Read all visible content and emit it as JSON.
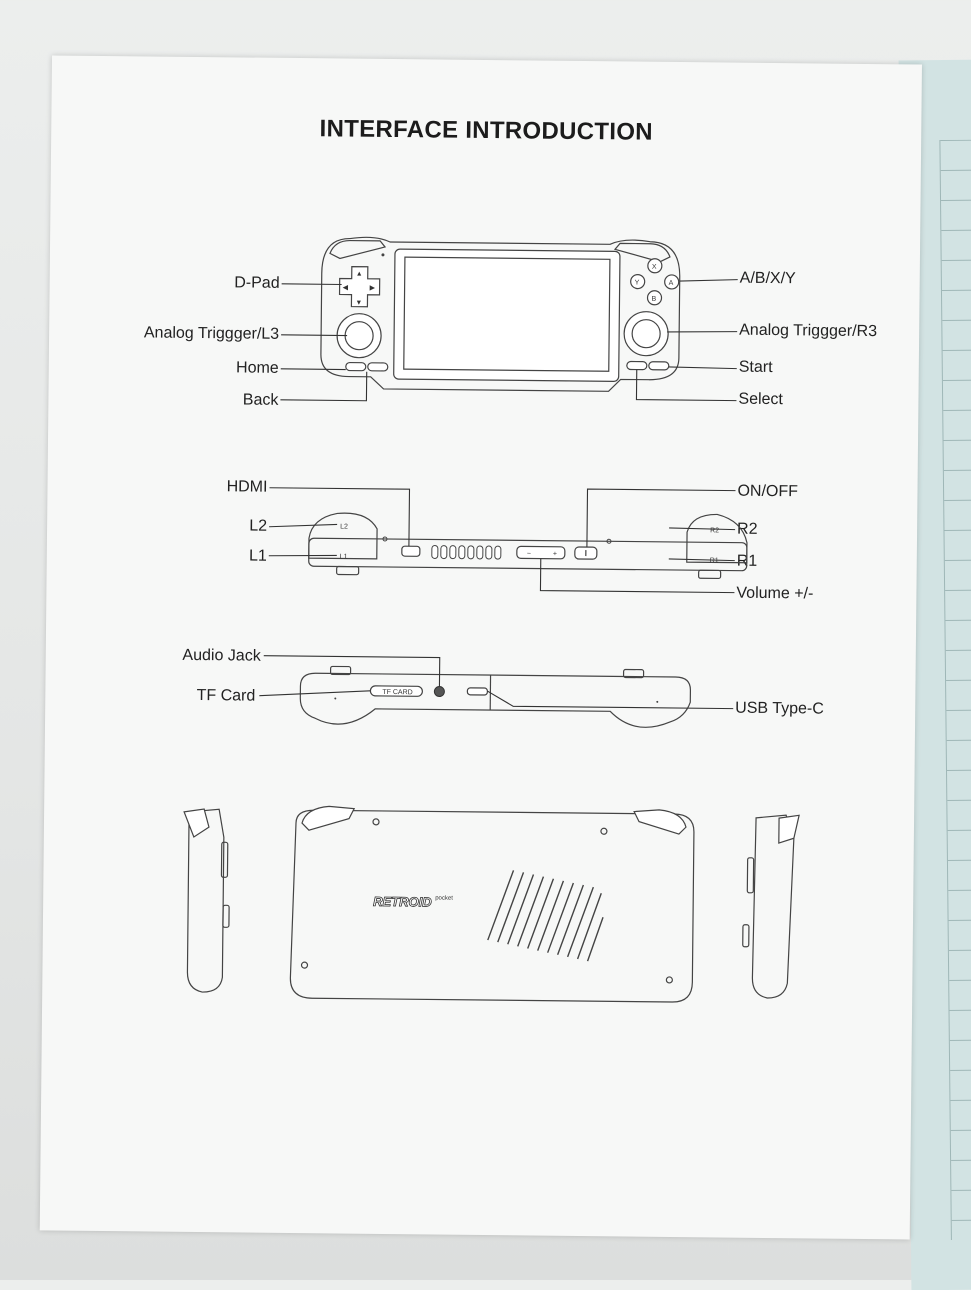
{
  "title": "INTERFACE INTRODUCTION",
  "front_view": {
    "left_labels": [
      "D-Pad",
      "Analog Triggger/L3",
      "Home",
      "Back"
    ],
    "right_labels": [
      "A/B/X/Y",
      "Analog Triggger/R3",
      "Start",
      "Select"
    ],
    "face_buttons": [
      "X",
      "Y",
      "A",
      "B"
    ],
    "dpad_marks": [
      "▲",
      "▼",
      "◀",
      "▶"
    ]
  },
  "top_view": {
    "left_labels": [
      "HDMI",
      "L2",
      "L1"
    ],
    "right_labels": [
      "ON/OFF",
      "R2",
      "R1",
      "Volume +/-"
    ],
    "device_marks": {
      "l2": "L2",
      "r2": "R2",
      "l1": "L1",
      "r1": "R1",
      "vol_minus": "−",
      "vol_plus": "+"
    }
  },
  "bottom_view": {
    "left_labels": [
      "Audio Jack",
      "TF Card"
    ],
    "right_labels": [
      "USB Type-C"
    ],
    "slot_text": "TF CARD"
  },
  "back_view": {
    "logo": "RETROID",
    "logo_suffix": "pocket"
  },
  "colors": {
    "paper": "#f7f8f7",
    "ink": "#222222",
    "back_page": "#d2e3e3"
  }
}
